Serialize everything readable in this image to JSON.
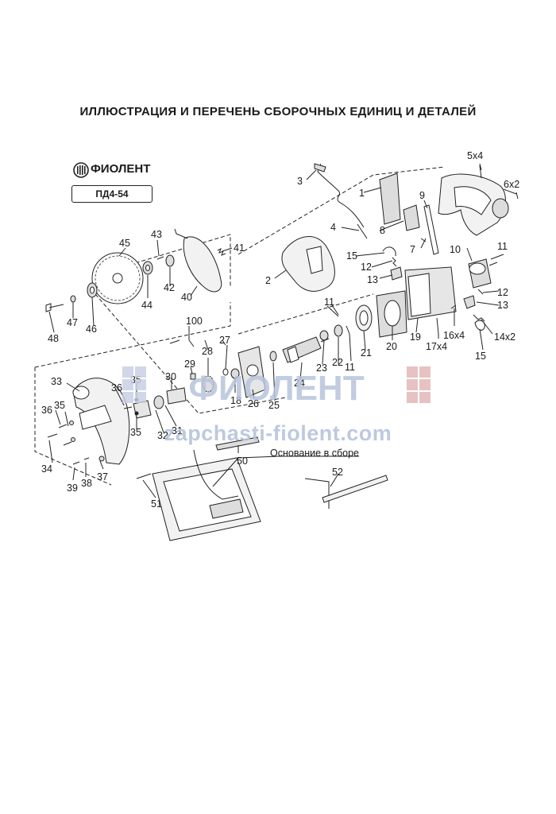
{
  "title": "ИЛЛЮСТРАЦИЯ И ПЕРЕЧЕНЬ СБОРОЧНЫХ ЕДИНИЦ И ДЕТАЛЕЙ",
  "brand": "ФИОЛЕНТ",
  "model": "ПД4-54",
  "assembly_label": "Основание в сборе",
  "watermark": {
    "brand": "ФИОЛЕНТ",
    "url": "zapchasti-fiolent.com"
  },
  "parts": [
    {
      "id": "p1",
      "label": "1"
    },
    {
      "id": "p2",
      "label": "2"
    },
    {
      "id": "p3",
      "label": "3"
    },
    {
      "id": "p4",
      "label": "4"
    },
    {
      "id": "p5",
      "label": "5x4"
    },
    {
      "id": "p6",
      "label": "6x2"
    },
    {
      "id": "p7",
      "label": "7"
    },
    {
      "id": "p8",
      "label": "8"
    },
    {
      "id": "p9",
      "label": "9"
    },
    {
      "id": "p10",
      "label": "10"
    },
    {
      "id": "p11a",
      "label": "11"
    },
    {
      "id": "p11b",
      "label": "11"
    },
    {
      "id": "p11c",
      "label": "11"
    },
    {
      "id": "p12a",
      "label": "12"
    },
    {
      "id": "p12b",
      "label": "12"
    },
    {
      "id": "p13a",
      "label": "13"
    },
    {
      "id": "p13b",
      "label": "13"
    },
    {
      "id": "p14",
      "label": "14x2"
    },
    {
      "id": "p15a",
      "label": "15"
    },
    {
      "id": "p15b",
      "label": "15"
    },
    {
      "id": "p16",
      "label": "16x4"
    },
    {
      "id": "p17",
      "label": "17x4"
    },
    {
      "id": "p18",
      "label": "18"
    },
    {
      "id": "p19",
      "label": "19"
    },
    {
      "id": "p20",
      "label": "20"
    },
    {
      "id": "p21",
      "label": "21"
    },
    {
      "id": "p22",
      "label": "22"
    },
    {
      "id": "p23",
      "label": "23"
    },
    {
      "id": "p24",
      "label": "24"
    },
    {
      "id": "p25",
      "label": "25"
    },
    {
      "id": "p26",
      "label": "26"
    },
    {
      "id": "p27",
      "label": "27"
    },
    {
      "id": "p28",
      "label": "28"
    },
    {
      "id": "p29",
      "label": "29"
    },
    {
      "id": "p30",
      "label": "30"
    },
    {
      "id": "p31",
      "label": "31"
    },
    {
      "id": "p32",
      "label": "32"
    },
    {
      "id": "p33",
      "label": "33"
    },
    {
      "id": "p34",
      "label": "34"
    },
    {
      "id": "p35a",
      "label": "35"
    },
    {
      "id": "p35b",
      "label": "35"
    },
    {
      "id": "p35c",
      "label": "35"
    },
    {
      "id": "p36a",
      "label": "36"
    },
    {
      "id": "p36b",
      "label": "36"
    },
    {
      "id": "p37",
      "label": "37"
    },
    {
      "id": "p38",
      "label": "38"
    },
    {
      "id": "p39",
      "label": "39"
    },
    {
      "id": "p40",
      "label": "40"
    },
    {
      "id": "p41",
      "label": "41"
    },
    {
      "id": "p42",
      "label": "42"
    },
    {
      "id": "p43",
      "label": "43"
    },
    {
      "id": "p44",
      "label": "44"
    },
    {
      "id": "p45",
      "label": "45"
    },
    {
      "id": "p46",
      "label": "46"
    },
    {
      "id": "p47",
      "label": "47"
    },
    {
      "id": "p48",
      "label": "48"
    },
    {
      "id": "p50",
      "label": "50"
    },
    {
      "id": "p51",
      "label": "51"
    },
    {
      "id": "p52",
      "label": "52"
    },
    {
      "id": "p100",
      "label": "100"
    }
  ]
}
